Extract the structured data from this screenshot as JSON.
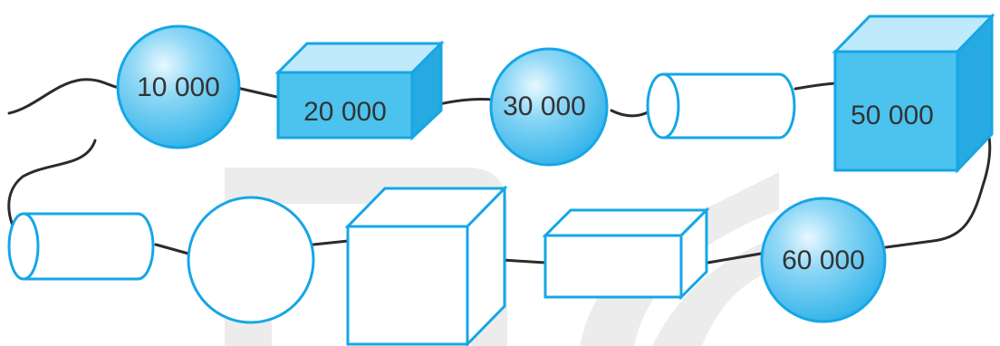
{
  "colors": {
    "fill": "#4cc3ef",
    "fill_light": "#b9e8fa",
    "stroke": "#16a6e6",
    "string": "#2b2b2b",
    "watermark": "#e7e7e7",
    "text": "#333333"
  },
  "shapes": [
    {
      "kind": "sphere",
      "filled": true,
      "label": "10 000"
    },
    {
      "kind": "box",
      "filled": true,
      "label": "20 000"
    },
    {
      "kind": "sphere",
      "filled": true,
      "label": "30 000"
    },
    {
      "kind": "cylinder",
      "filled": false,
      "label": ""
    },
    {
      "kind": "cube",
      "filled": true,
      "label": "50 000"
    },
    {
      "kind": "sphere",
      "filled": true,
      "label": "60 000"
    },
    {
      "kind": "box",
      "filled": false,
      "label": ""
    },
    {
      "kind": "cube",
      "filled": false,
      "label": ""
    },
    {
      "kind": "sphere",
      "filled": false,
      "label": ""
    },
    {
      "kind": "cylinder",
      "filled": false,
      "label": ""
    }
  ]
}
